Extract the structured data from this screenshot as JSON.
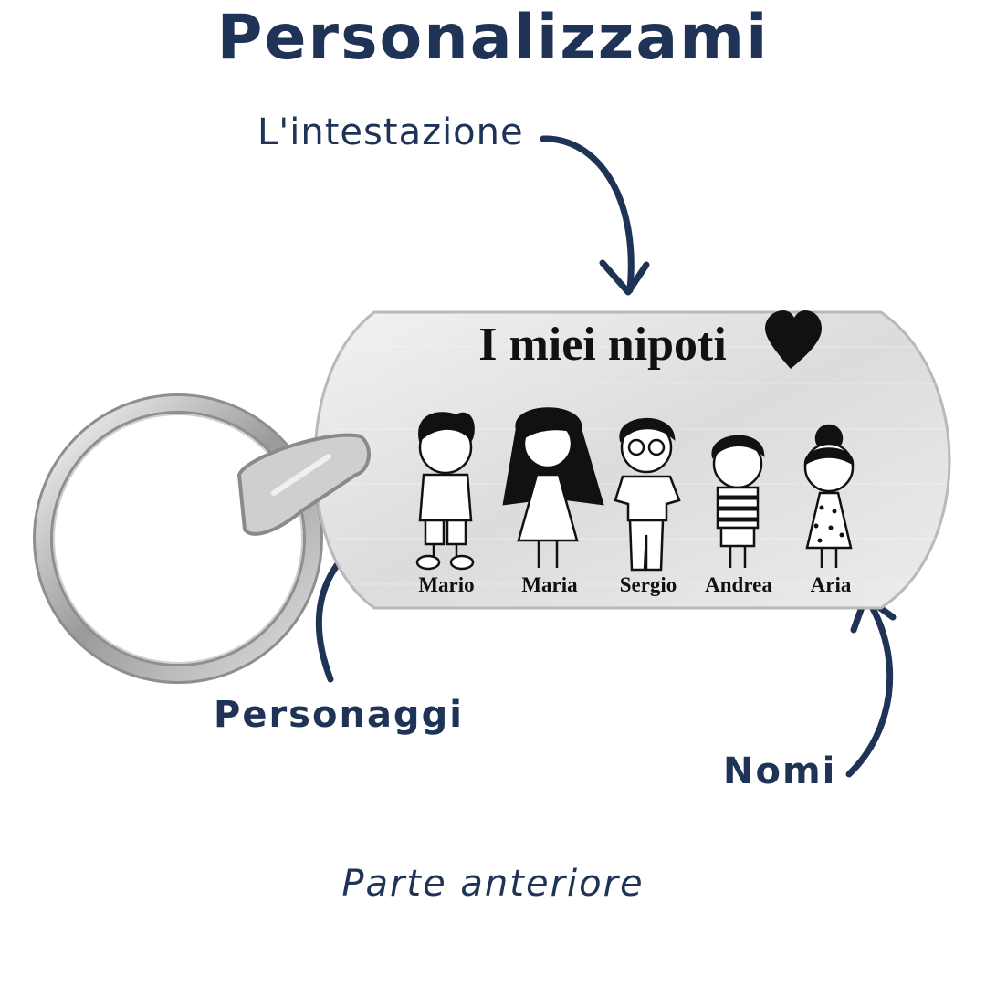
{
  "title": "Personalizzami",
  "labels": {
    "heading": "L'intestazione",
    "characters": "Personaggi",
    "names": "Nomi"
  },
  "tag": {
    "heading": "I miei nipoti",
    "names": [
      "Mario",
      "Maria",
      "Sergio",
      "Andrea",
      "Aria"
    ]
  },
  "footer": "Parte anteriore",
  "colors": {
    "text": "#1f3356",
    "engraving": "#111111",
    "tag_metal": "#e3e3e3"
  },
  "icons": [
    "heart-icon",
    "arrow-icon",
    "keyring-icon"
  ]
}
